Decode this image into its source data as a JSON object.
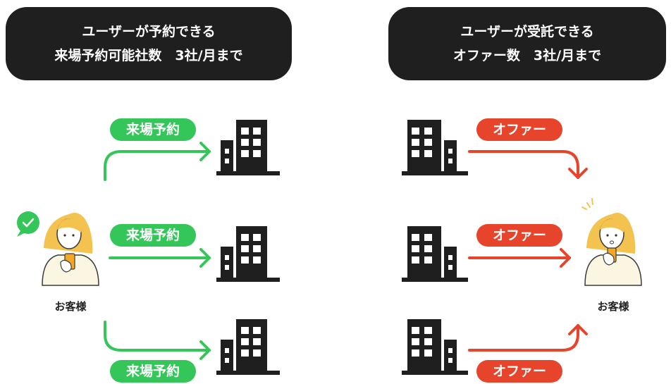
{
  "left_panel": {
    "title_line1": "ユーザーが予約できる",
    "title_line2": "来場予約可能社数　3社/月まで",
    "arrow_label": "来場予約",
    "person_label": "お客様"
  },
  "right_panel": {
    "title_line1": "ユーザーが受託できる",
    "title_line2": "オファー数　3社/月まで",
    "arrow_label": "オファー",
    "person_label": "お客様"
  },
  "colors": {
    "header_bg": "#1f1f1f",
    "reservation_green": "#35c65a",
    "offer_red": "#e6452b",
    "building": "#1f1f1f"
  },
  "icons": [
    "building-icon",
    "check-bubble-icon",
    "person-illustration"
  ]
}
